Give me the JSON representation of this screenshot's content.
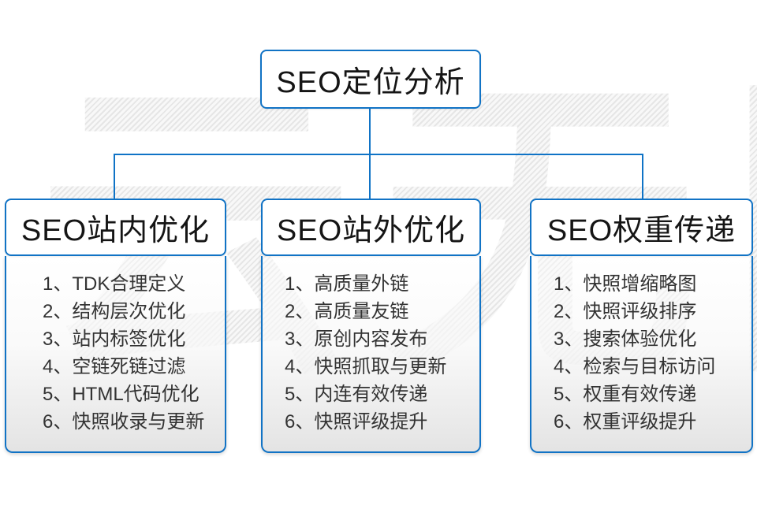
{
  "diagram": {
    "watermark": "云无限",
    "root": {
      "label": "SEO定位分析"
    },
    "columns": [
      {
        "title": "SEO站内优化",
        "items": [
          "1、TDK合理定义",
          "2、结构层次优化",
          "3、站内标签优化",
          "4、空链死链过滤",
          "5、HTML代码优化",
          "6、快照收录与更新"
        ]
      },
      {
        "title": "SEO站外优化",
        "items": [
          "1、高质量外链",
          "2、高质量友链",
          "3、原创内容发布",
          "4、快照抓取与更新",
          "5、内连有效传递",
          "6、快照评级提升"
        ]
      },
      {
        "title": "SEO权重传递",
        "items": [
          "1、快照增缩略图",
          "2、快照评级排序",
          "3、搜索体验优化",
          "4、检索与目标访问",
          "5、权重有效传递",
          "6、权重评级提升"
        ]
      }
    ],
    "colors": {
      "accent_blue": "#1173c5",
      "line_blue": "#0f73c6",
      "panel_gray": "#e3e3e3",
      "watermark_gray": "#ebebeb",
      "text_dark": "#333333"
    }
  }
}
